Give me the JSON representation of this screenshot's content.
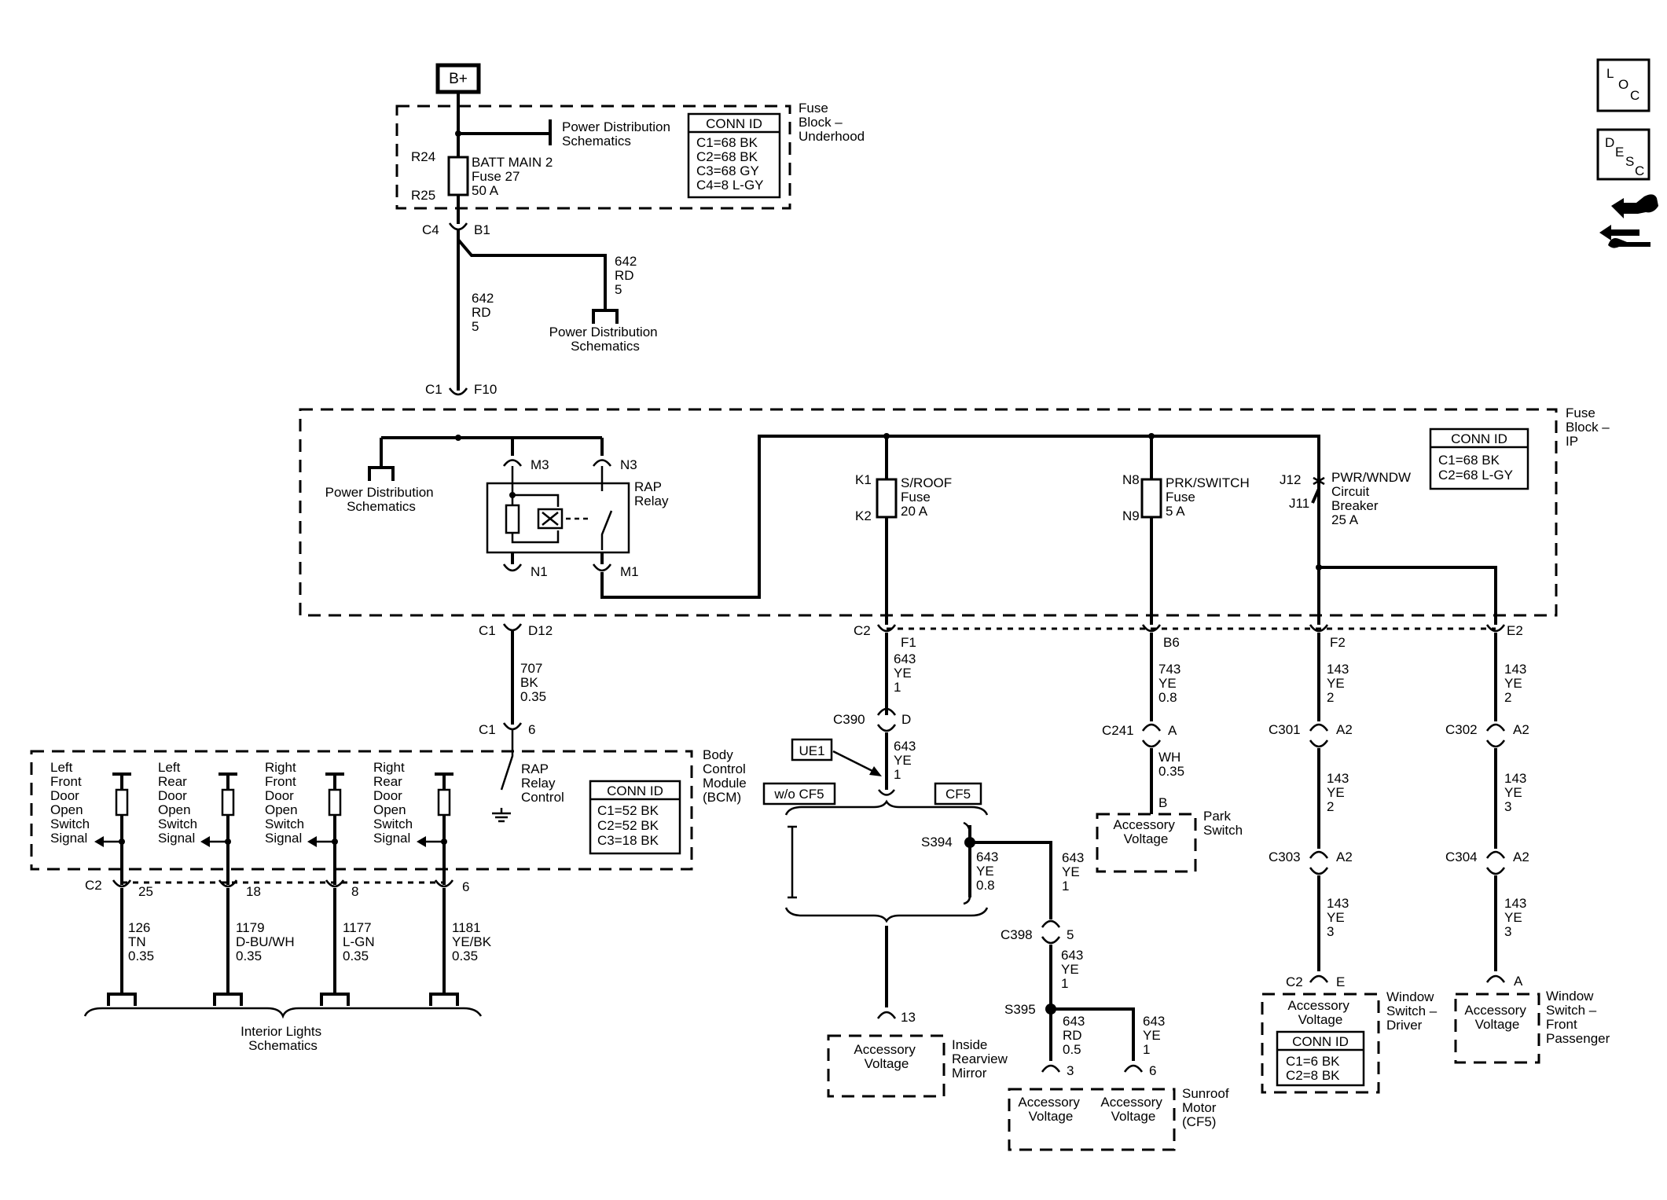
{
  "battery": {
    "label": "B+"
  },
  "fuse_block_underhood": {
    "title": [
      "Fuse",
      "Block –",
      "Underhood"
    ],
    "fuse_terminals": [
      "R24",
      "R25"
    ],
    "fuse_label": [
      "BATT MAIN 2",
      "Fuse 27",
      "50 A"
    ],
    "power_distribution": [
      "Power Distribution",
      "Schematics"
    ],
    "conn_id": {
      "header": "CONN ID",
      "lines": [
        "C1=68 BK",
        "C2=68 BK",
        "C3=68 GY",
        "C4=8 L-GY"
      ]
    },
    "connector": [
      "C4",
      "B1"
    ]
  },
  "feed_wire": {
    "circuit": "642",
    "color": "RD",
    "size": "5"
  },
  "branch_wire": {
    "circuit": "642",
    "color": "RD",
    "size": "5",
    "dest": [
      "Power Distribution",
      "Schematics"
    ]
  },
  "ip_connector": [
    "C1",
    "F10"
  ],
  "fuse_block_ip": {
    "title": [
      "Fuse",
      "Block –",
      "IP"
    ],
    "conn_id": {
      "header": "CONN ID",
      "lines": [
        "C1=68 BK",
        "C2=68 L-GY"
      ]
    },
    "power_distribution": [
      "Power Distribution",
      "Schematics"
    ],
    "relay": {
      "label": [
        "RAP",
        "Relay"
      ],
      "pins": [
        "M3",
        "N3",
        "N1",
        "M1"
      ]
    },
    "sroof_fuse": {
      "terminals": [
        "K1",
        "K2"
      ],
      "label": [
        "S/ROOF",
        "Fuse",
        "20 A"
      ]
    },
    "prk_fuse": {
      "terminals": [
        "N8",
        "N9"
      ],
      "label": [
        "PRK/SWITCH",
        "Fuse",
        "5 A"
      ]
    },
    "breaker": {
      "terminals": [
        "J12",
        "J11"
      ],
      "label": [
        "PWR/WNDW",
        "Circuit",
        "Breaker",
        "25 A"
      ]
    }
  },
  "c2_pins": {
    "connector": "C2",
    "pins": [
      "F1",
      "B6",
      "F2",
      "E2"
    ]
  },
  "relay_feed": {
    "connector": [
      "C1",
      "D12"
    ],
    "circuit": "707",
    "color": "BK",
    "size": "0.35",
    "bcm_conn": [
      "C1",
      "6"
    ]
  },
  "bcm": {
    "title": [
      "Body",
      "Control",
      "Module",
      "(BCM)"
    ],
    "inputs": [
      [
        "Left",
        "Front",
        "Door",
        "Open",
        "Switch",
        "Signal"
      ],
      [
        "Left",
        "Rear",
        "Door",
        "Open",
        "Switch",
        "Signal"
      ],
      [
        "Right",
        "Front",
        "Door",
        "Open",
        "Switch",
        "Signal"
      ],
      [
        "Right",
        "Rear",
        "Door",
        "Open",
        "Switch",
        "Signal"
      ]
    ],
    "rap_control": [
      "RAP",
      "Relay",
      "Control"
    ],
    "conn_id": {
      "header": "CONN ID",
      "lines": [
        "C1=52 BK",
        "C2=52 BK",
        "C3=18 BK"
      ]
    },
    "c2": {
      "connector": "C2",
      "pins": [
        "25",
        "18",
        "8",
        "6"
      ]
    },
    "door_wires": [
      {
        "circuit": "126",
        "color": "TN",
        "size": "0.35"
      },
      {
        "circuit": "1179",
        "color": "D-BU/WH",
        "size": "0.35"
      },
      {
        "circuit": "1177",
        "color": "L-GN",
        "size": "0.35"
      },
      {
        "circuit": "1181",
        "color": "YE/BK",
        "size": "0.35"
      }
    ],
    "interior_lights": [
      "Interior Lights",
      "Schematics"
    ]
  },
  "sunroof_circuit": {
    "wire1": {
      "circuit": "643",
      "color": "YE",
      "size": "1"
    },
    "c390": [
      "C390",
      "D"
    ],
    "wire2": {
      "circuit": "643",
      "color": "YE",
      "size": "1"
    },
    "ue1": "UE1",
    "option_wo": "w/o CF5",
    "option_cf5": "CF5",
    "s394": "S394",
    "wire3": {
      "circuit": "643",
      "color": "YE",
      "size": "0.8"
    },
    "wire4": {
      "circuit": "643",
      "color": "YE",
      "size": "1"
    },
    "mirror_pin": "13",
    "mirror": {
      "box": [
        "Accessory",
        "Voltage"
      ],
      "label": [
        "Inside",
        "Rearview",
        "Mirror"
      ]
    },
    "c398": [
      "C398",
      "5"
    ],
    "wire5": {
      "circuit": "643",
      "color": "YE",
      "size": "1"
    },
    "s395": "S395",
    "wire6": {
      "circuit": "643",
      "color": "RD",
      "size": "0.5"
    },
    "wire7": {
      "circuit": "643",
      "color": "YE",
      "size": "1"
    },
    "motor_pins": [
      "3",
      "6"
    ],
    "motor": {
      "box1": [
        "Accessory",
        "Voltage"
      ],
      "box2": [
        "Accessory",
        "Voltage"
      ],
      "label": [
        "Sunroof",
        "Motor",
        "(CF5)"
      ]
    }
  },
  "park_circuit": {
    "wire1": {
      "circuit": "743",
      "color": "YE",
      "size": "0.8"
    },
    "c241": [
      "C241",
      "A"
    ],
    "wire2": {
      "color": "WH",
      "size": "0.35"
    },
    "pin": "B",
    "switch": {
      "box": [
        "Accessory",
        "Voltage"
      ],
      "label": [
        "Park",
        "Switch"
      ]
    }
  },
  "driver_window": {
    "wire1": {
      "circuit": "143",
      "color": "YE",
      "size": "2"
    },
    "c301": [
      "C301",
      "A2"
    ],
    "wire2": {
      "circuit": "143",
      "color": "YE",
      "size": "2"
    },
    "c303": [
      "C303",
      "A2"
    ],
    "wire3": {
      "circuit": "143",
      "color": "YE",
      "size": "3"
    },
    "c2e": [
      "C2",
      "E"
    ],
    "switch": {
      "box": [
        "Accessory",
        "Voltage"
      ],
      "label": [
        "Window",
        "Switch –",
        "Driver"
      ]
    },
    "conn_id": {
      "header": "CONN ID",
      "lines": [
        "C1=6 BK",
        "C2=8 BK"
      ]
    }
  },
  "pass_window": {
    "wire1": {
      "circuit": "143",
      "color": "YE",
      "size": "2"
    },
    "c302": [
      "C302",
      "A2"
    ],
    "wire2": {
      "circuit": "143",
      "color": "YE",
      "size": "3"
    },
    "c304": [
      "C304",
      "A2"
    ],
    "wire3": {
      "circuit": "143",
      "color": "YE",
      "size": "3"
    },
    "pin": "A",
    "switch": {
      "box": [
        "Accessory",
        "Voltage"
      ],
      "label": [
        "Window",
        "Switch –",
        "Front",
        "Passenger"
      ]
    }
  },
  "nav_icons": {
    "loc": [
      "L",
      "O",
      "C"
    ],
    "desc": [
      "D",
      "E",
      "S",
      "C"
    ]
  }
}
